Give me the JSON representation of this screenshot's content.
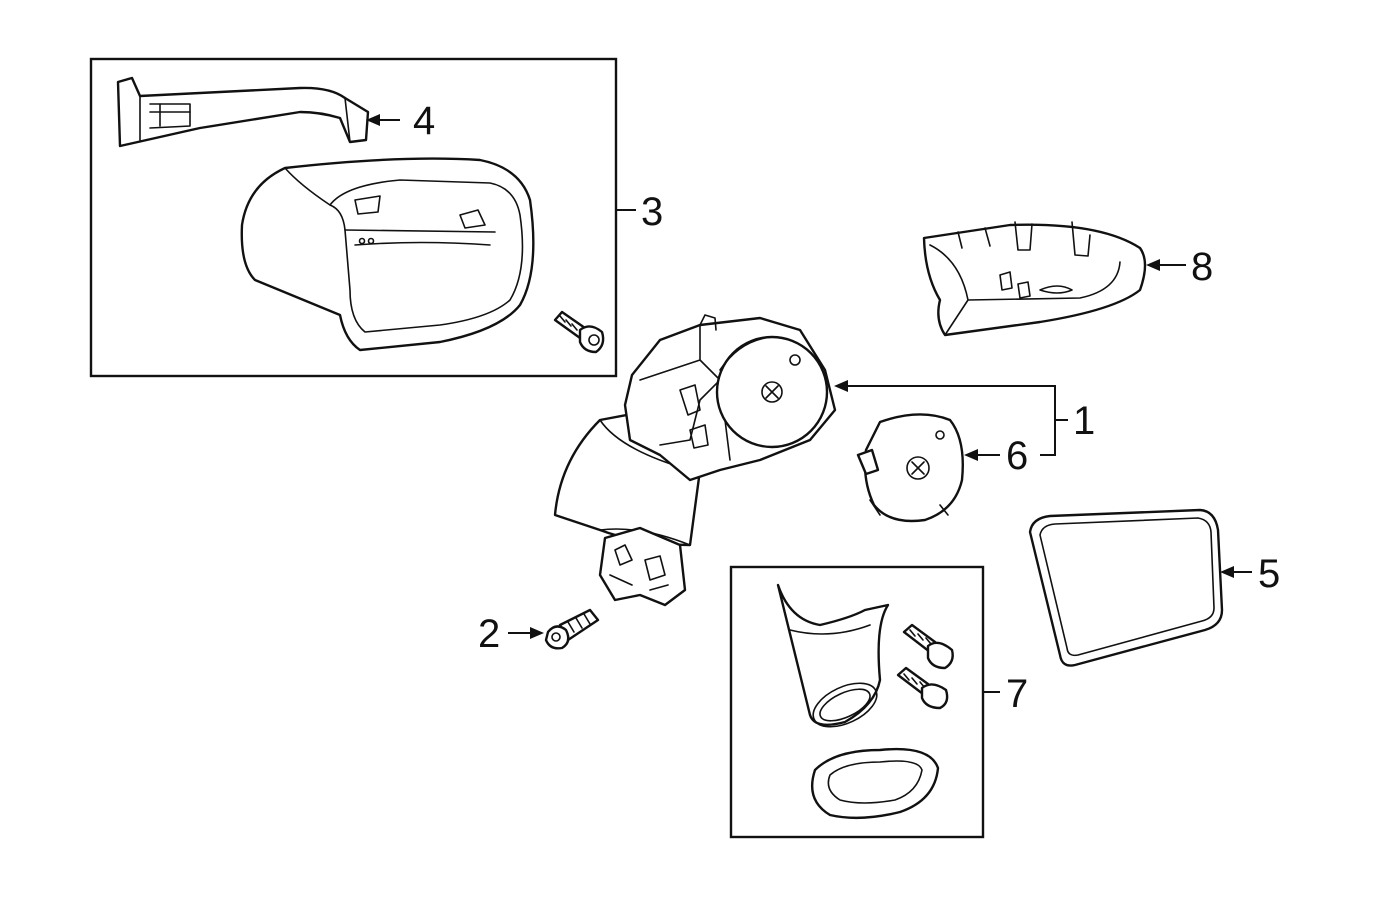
{
  "callouts": {
    "c1": "1",
    "c2": "2",
    "c3": "3",
    "c4": "4",
    "c5": "5",
    "c6": "6",
    "c7": "7",
    "c8": "8"
  },
  "colors": {
    "line": "#111111",
    "background": "#ffffff"
  },
  "icons": [
    "mirror-cover-icon",
    "turn-signal-icon",
    "mirror-housing-icon",
    "bolt-icon",
    "actuator-motor-icon",
    "mirror-glass-icon",
    "base-cover-icon",
    "gasket-icon",
    "lower-cover-icon"
  ]
}
